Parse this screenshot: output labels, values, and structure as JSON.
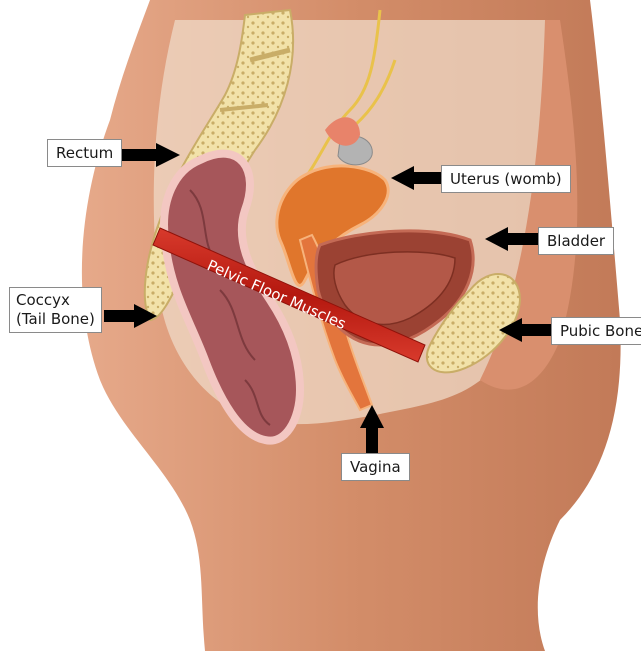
{
  "labels": {
    "rectum": "Rectum",
    "uterus": "Uterus (womb)",
    "bladder": "Bladder",
    "coccyx": "Coccyx\n(Tail Bone)",
    "pubic_bone": "Pubic Bone",
    "vagina": "Vagina"
  },
  "muscle_band_text": "Pelvic Floor Muscles",
  "colors": {
    "skin": "#d99470",
    "skin_shadow": "#b86f4e",
    "bone": "#f2e2a9",
    "bone_dots": "#c9ad67",
    "rectum": "#a6565a",
    "uterus": "#e0762c",
    "bladder": "#9b4233",
    "muscle_band": "#c01e14",
    "nerve": "#e9c24b",
    "arrow": "#000000"
  }
}
